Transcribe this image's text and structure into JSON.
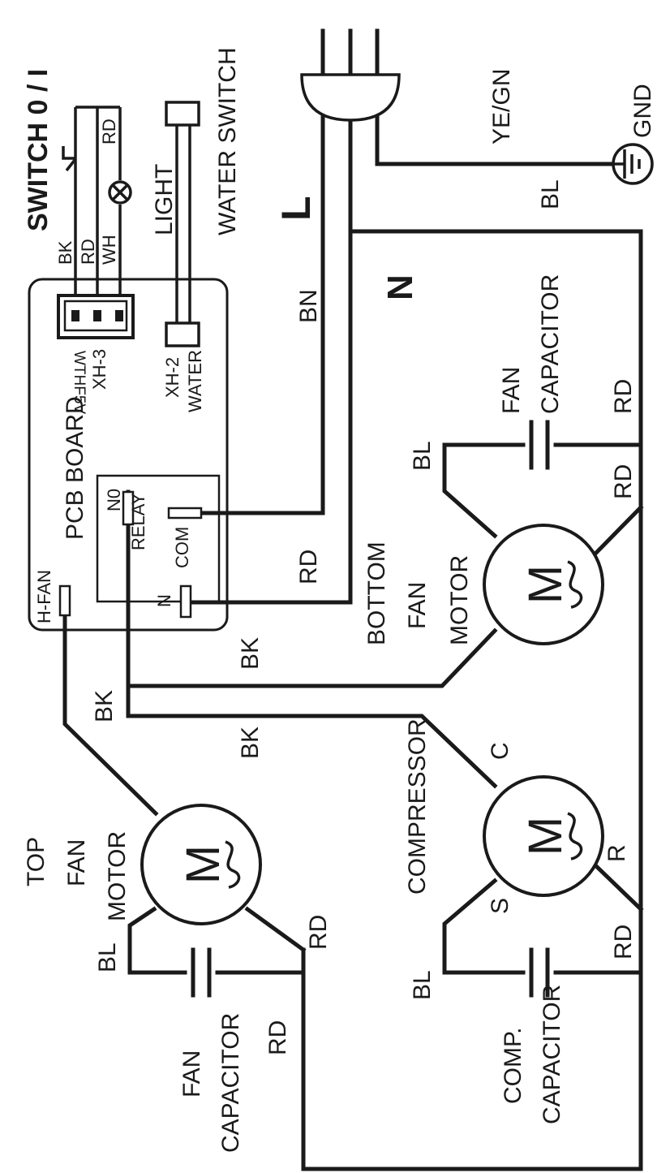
{
  "labels": {
    "switch": "SWITCH 0 / I",
    "light": "LIGHT",
    "water_switch": "WATER SWITCH",
    "l": "L",
    "n": "N",
    "ye_gn": "YE/GN",
    "gnd": "GND",
    "pcb_board": "PCB BOARD",
    "xh3": "XH-3",
    "wthf5v": "WTHF5V",
    "xh2": "XH-2",
    "water": "WATER",
    "h_fan": "H-FAN",
    "n_terminal": "N",
    "no": "N0",
    "relay": "RELAY",
    "com": "COM",
    "bottom": "BOTTOM",
    "fan": "FAN",
    "motor": "MOTOR",
    "top": "TOP",
    "compressor": "COMPRESSOR",
    "fan_capacitor_1": "FAN",
    "fan_capacitor_2": "CAPACITOR",
    "comp_capacitor_1": "COMP.",
    "comp_capacitor_2": "CAPACITOR",
    "motor_symbol": "M",
    "terminal_c": "C",
    "terminal_s": "S",
    "terminal_r": "R"
  },
  "wires": {
    "bk": "BK",
    "rd": "RD",
    "wh": "WH",
    "bl": "BL",
    "bn": "BN"
  }
}
